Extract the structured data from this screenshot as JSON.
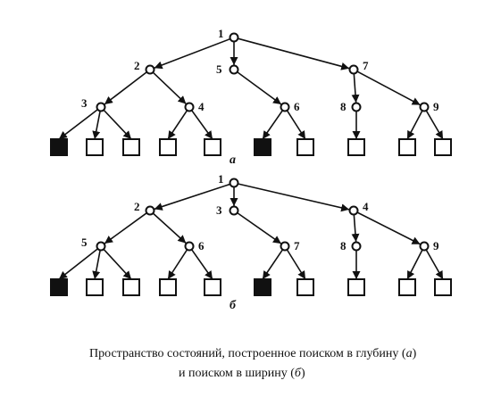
{
  "trees": [
    {
      "caption_letter": "а",
      "nodes": [
        {
          "id": "r",
          "label": "1",
          "parent": null
        },
        {
          "id": "A",
          "label": "2",
          "parent": "r"
        },
        {
          "id": "B",
          "label": "5",
          "parent": "r"
        },
        {
          "id": "C",
          "label": "7",
          "parent": "r"
        },
        {
          "id": "A1",
          "label": "3",
          "parent": "A"
        },
        {
          "id": "A2",
          "label": "4",
          "parent": "A"
        },
        {
          "id": "B1",
          "label": "6",
          "parent": "B"
        },
        {
          "id": "C1",
          "label": "8",
          "parent": "C"
        },
        {
          "id": "C2",
          "label": "9",
          "parent": "C"
        }
      ],
      "leaves": [
        {
          "parent": "A1",
          "filled": true
        },
        {
          "parent": "A1",
          "filled": false
        },
        {
          "parent": "A1",
          "filled": false
        },
        {
          "parent": "A2",
          "filled": false
        },
        {
          "parent": "A2",
          "filled": false
        },
        {
          "parent": "B1",
          "filled": true
        },
        {
          "parent": "B1",
          "filled": false
        },
        {
          "parent": "C1",
          "filled": false
        },
        {
          "parent": "C2",
          "filled": false
        },
        {
          "parent": "C2",
          "filled": false
        }
      ]
    },
    {
      "caption_letter": "б",
      "nodes": [
        {
          "id": "r",
          "label": "1",
          "parent": null
        },
        {
          "id": "A",
          "label": "2",
          "parent": "r"
        },
        {
          "id": "B",
          "label": "3",
          "parent": "r"
        },
        {
          "id": "C",
          "label": "4",
          "parent": "r"
        },
        {
          "id": "A1",
          "label": "5",
          "parent": "A"
        },
        {
          "id": "A2",
          "label": "6",
          "parent": "A"
        },
        {
          "id": "B1",
          "label": "7",
          "parent": "B"
        },
        {
          "id": "C1",
          "label": "8",
          "parent": "C"
        },
        {
          "id": "C2",
          "label": "9",
          "parent": "C"
        }
      ],
      "leaves": [
        {
          "parent": "A1",
          "filled": true
        },
        {
          "parent": "A1",
          "filled": false
        },
        {
          "parent": "A1",
          "filled": false
        },
        {
          "parent": "A2",
          "filled": false
        },
        {
          "parent": "A2",
          "filled": false
        },
        {
          "parent": "B1",
          "filled": true
        },
        {
          "parent": "B1",
          "filled": false
        },
        {
          "parent": "C1",
          "filled": false
        },
        {
          "parent": "C2",
          "filled": false
        },
        {
          "parent": "C2",
          "filled": false
        }
      ]
    }
  ],
  "caption": {
    "line1_text": "Пространство состояний, построенное поиском в глубину (",
    "line1_italic": "а",
    "line1_end": ")",
    "line2_text": "и поиском в ширину (",
    "line2_italic": "б",
    "line2_end": ")"
  },
  "colors": {
    "ink": "#111111",
    "background": "#ffffff"
  }
}
